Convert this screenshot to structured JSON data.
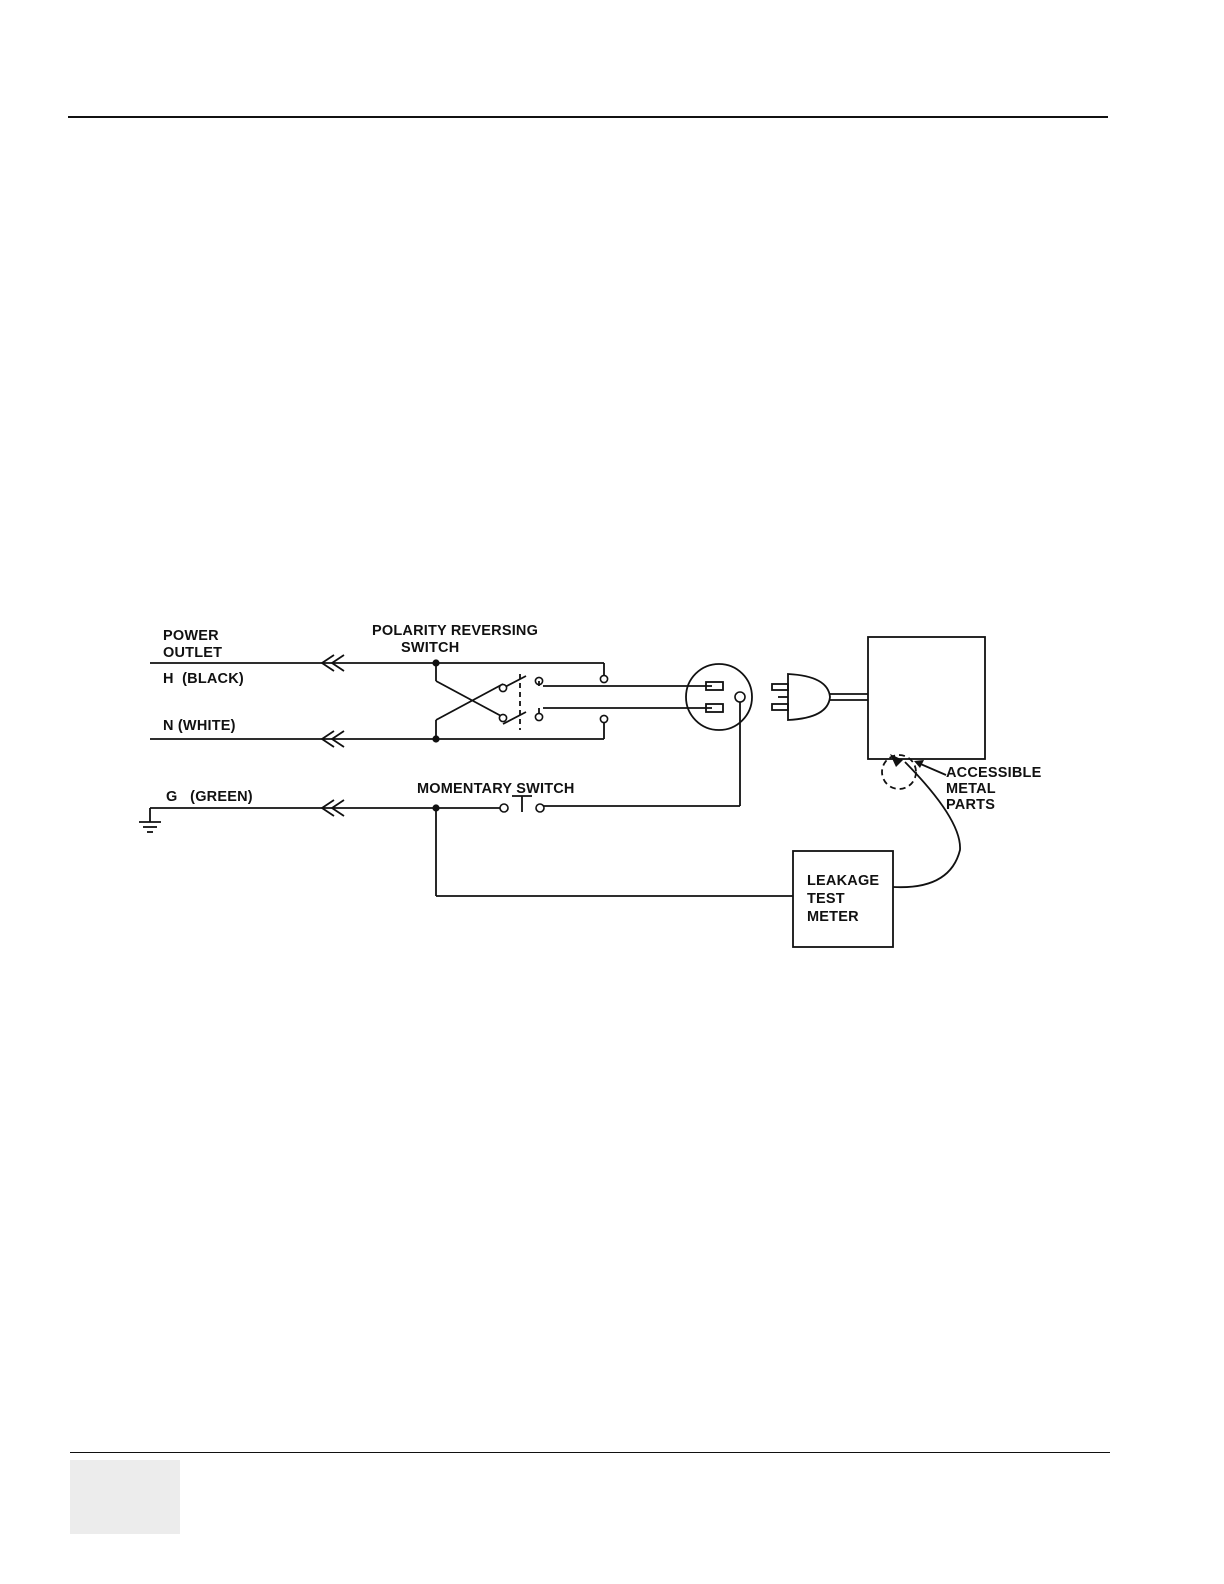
{
  "labels": {
    "power_outlet_line1": "POWER",
    "power_outlet_line2": "OUTLET",
    "hot": "H  (BLACK)",
    "neutral": "N (WHITE)",
    "ground": "G   (GREEN)",
    "polarity_line1": "POLARITY REVERSING",
    "polarity_line2": "SWITCH",
    "momentary": "MOMENTARY SWITCH",
    "accessible_line1": "ACCESSIBLE",
    "accessible_line2": "METAL",
    "accessible_line3": "PARTS",
    "meter_line1": "LEAKAGE",
    "meter_line2": "TEST",
    "meter_line3": "METER"
  }
}
